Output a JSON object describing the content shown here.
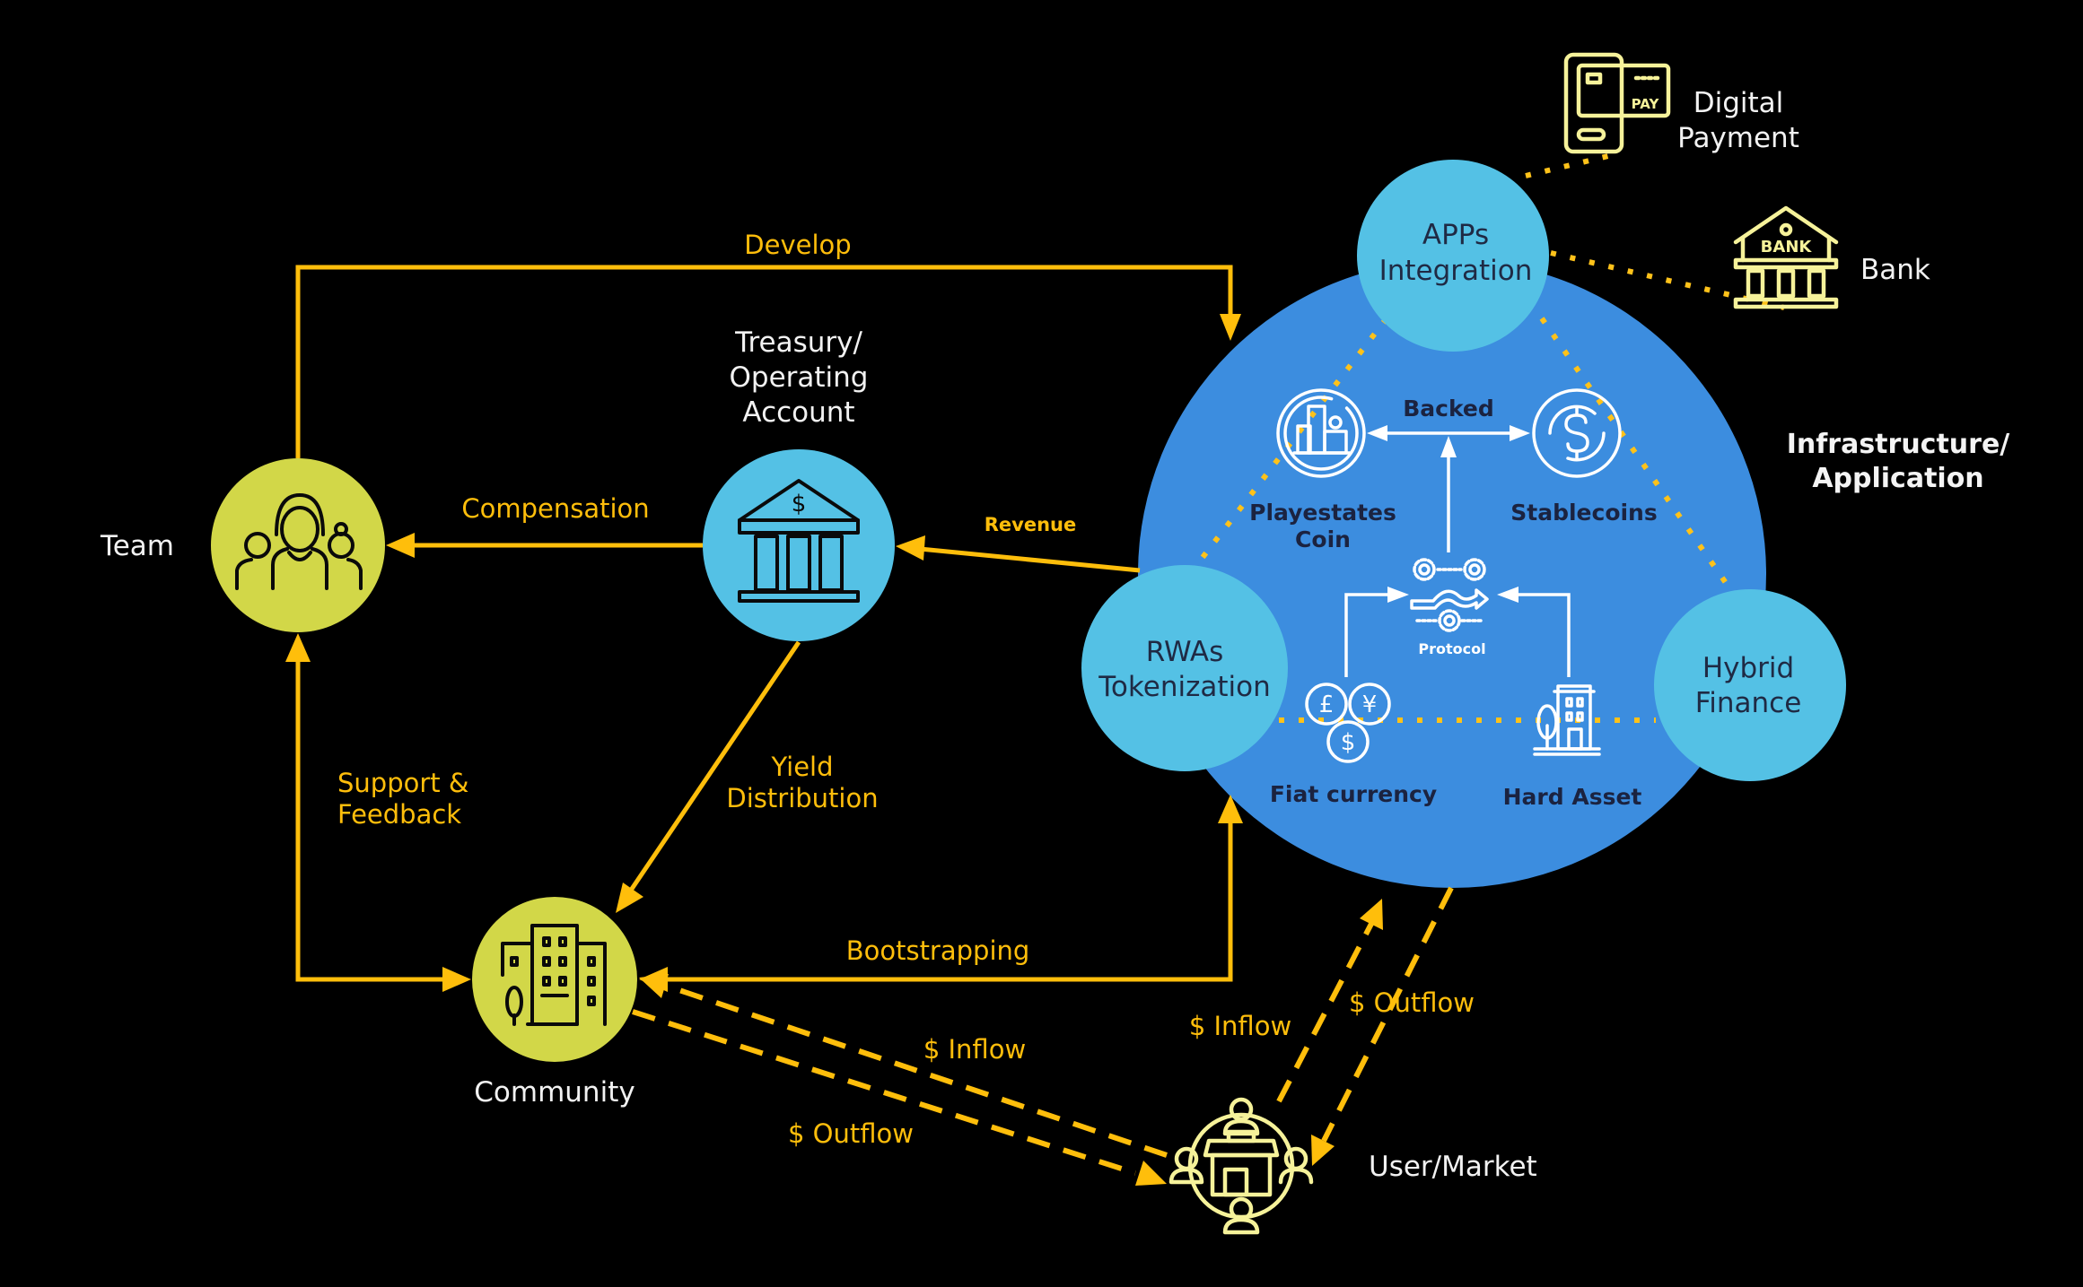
{
  "colors": {
    "background": "#000000",
    "flow_yellow": "#ffbe0b",
    "node_green": "#d2d748",
    "node_light_blue": "#54c1e5",
    "hub_blue": "#3c8ddf",
    "icon_cream": "#f6f29a",
    "text_white": "#f2f2f2",
    "text_dark": "#1f2a44"
  },
  "nodes": {
    "team": {
      "label": "Team",
      "icon": "team-people-icon"
    },
    "treasury": {
      "label_lines": [
        "Treasury/",
        "Operating",
        "Account"
      ],
      "icon": "bank-dollar-icon"
    },
    "community": {
      "label": "Community",
      "icon": "city-buildings-icon"
    },
    "user_market": {
      "label": "User/Market",
      "icon": "marketplace-users-icon"
    },
    "apps_integration": {
      "label_lines": [
        "APPs",
        "Integration"
      ]
    },
    "rwas_tokenization": {
      "label_lines": [
        "RWAs",
        "Tokenization"
      ]
    },
    "hybrid_finance": {
      "label_lines": [
        "Hybrid",
        "Finance"
      ]
    },
    "digital_payment": {
      "label_lines": [
        "Digital",
        "Payment"
      ],
      "icon": "phone-pay-icon"
    },
    "bank": {
      "label": "Bank",
      "icon": "bank-building-icon"
    }
  },
  "hub": {
    "title_lines": [
      "Infrastructure/",
      "Application"
    ],
    "playestates_coin": {
      "label_lines": [
        "Playestates",
        "Coin"
      ],
      "icon": "playestates-coin-icon"
    },
    "stablecoins": {
      "label": "Stablecoins",
      "icon": "dollar-coin-icon"
    },
    "backed_label": "Backed",
    "protocol": {
      "label": "Protocol",
      "icon": "protocol-gears-icon"
    },
    "fiat_currency": {
      "label": "Fiat currency",
      "icon": "currency-coins-icon"
    },
    "hard_asset": {
      "label": "Hard Asset",
      "icon": "building-asset-icon"
    }
  },
  "flows": {
    "develop": "Develop",
    "compensation": "Compensation",
    "revenue": "Revenue",
    "yield_distribution_lines": [
      "Yield",
      "Distribution"
    ],
    "support_feedback_lines": [
      "Support &",
      "Feedback"
    ],
    "bootstrapping": "Bootstrapping",
    "community_inflow": "$ Inflow",
    "community_outflow": "$ Outflow",
    "hub_inflow": "$ Inflow",
    "hub_outflow": "$ Outflow"
  }
}
